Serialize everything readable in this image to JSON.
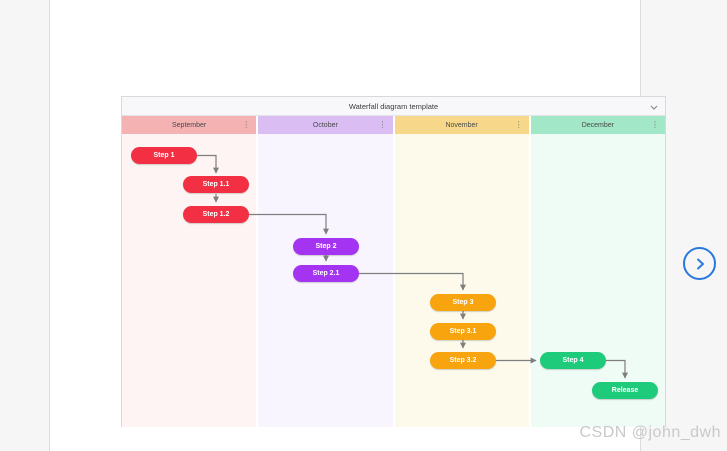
{
  "card": {
    "title": "Waterfall diagram template",
    "collapse_icon": "chevron-down"
  },
  "columns": [
    {
      "label": "September",
      "header_color": "#f4b2b3",
      "body_color": "#fdf4f3",
      "menu_icon": "kebab-menu"
    },
    {
      "label": "October",
      "header_color": "#d9bdf3",
      "body_color": "#f8f5fe",
      "menu_icon": "kebab-menu"
    },
    {
      "label": "November",
      "header_color": "#f7d88a",
      "body_color": "#fdfaec",
      "menu_icon": "kebab-menu"
    },
    {
      "label": "December",
      "header_color": "#a2e7c8",
      "body_color": "#effbf5",
      "menu_icon": "kebab-menu"
    }
  ],
  "nodes": [
    {
      "label": "Step 1",
      "color": "#f22f43",
      "column": "September"
    },
    {
      "label": "Step 1.1",
      "color": "#f22f43",
      "column": "September"
    },
    {
      "label": "Step 1.2",
      "color": "#f22f43",
      "column": "September"
    },
    {
      "label": "Step 2",
      "color": "#a433f2",
      "column": "October"
    },
    {
      "label": "Step 2.1",
      "color": "#a433f2",
      "column": "October"
    },
    {
      "label": "Step 3",
      "color": "#f7a40e",
      "column": "November"
    },
    {
      "label": "Step 3.1",
      "color": "#f7a40e",
      "column": "November"
    },
    {
      "label": "Step 3.2",
      "color": "#f7a40e",
      "column": "November"
    },
    {
      "label": "Step 4",
      "color": "#1ecb7b",
      "column": "December"
    },
    {
      "label": "Release",
      "color": "#1ecb7b",
      "column": "December"
    }
  ],
  "edges": [
    {
      "from": "Step 1",
      "to": "Step 1.1"
    },
    {
      "from": "Step 1.1",
      "to": "Step 1.2"
    },
    {
      "from": "Step 1.2",
      "to": "Step 2"
    },
    {
      "from": "Step 2",
      "to": "Step 2.1"
    },
    {
      "from": "Step 2.1",
      "to": "Step 3"
    },
    {
      "from": "Step 3",
      "to": "Step 3.1"
    },
    {
      "from": "Step 3.1",
      "to": "Step 3.2"
    },
    {
      "from": "Step 3.2",
      "to": "Step 4"
    },
    {
      "from": "Step 4",
      "to": "Release"
    }
  ],
  "edge_color": "#7e7e7e",
  "carousel": {
    "next_icon": "chevron-right",
    "accent_color": "#2878dd"
  },
  "watermark": "CSDN @john_dwh"
}
